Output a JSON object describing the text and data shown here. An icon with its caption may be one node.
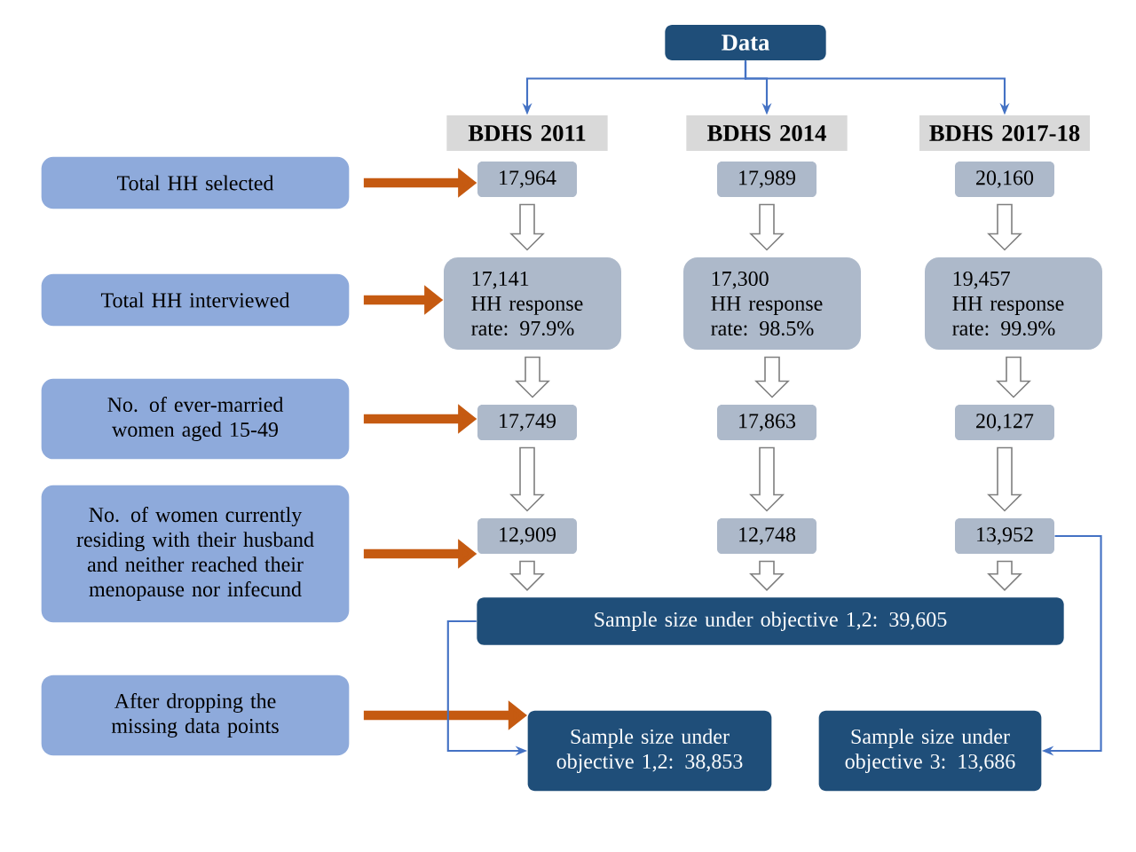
{
  "diagram": {
    "nodes": [
      {
        "text": [
          "Data"
        ]
      },
      {
        "text": [
          "BDHS 2011"
        ]
      },
      {
        "text": [
          "BDHS 2014"
        ]
      },
      {
        "text": [
          "BDHS 2017-18"
        ]
      },
      {
        "text": [
          "Total HH selected"
        ]
      },
      {
        "text": [
          "Total HH interviewed"
        ]
      },
      {
        "text": [
          "No. of ever-married women aged 15-49"
        ]
      },
      {
        "text": [
          "No. of women currently residing with their husband and neither reached their menopause nor infecund"
        ]
      },
      {
        "text": [
          "After dropping the missing data points"
        ]
      },
      {
        "text": [
          "17,964"
        ]
      },
      {
        "text": [
          "17,989"
        ]
      },
      {
        "text": [
          "20,160"
        ]
      },
      {
        "text": [
          "17,141",
          "HH response rate: 97.9%"
        ]
      },
      {
        "text": [
          "17,300",
          "HH response rate: 98.5%"
        ]
      },
      {
        "text": [
          "19,457",
          "HH response rate: 99.9%"
        ]
      },
      {
        "text": [
          "17,749"
        ]
      },
      {
        "text": [
          "17,863"
        ]
      },
      {
        "text": [
          "20,127"
        ]
      },
      {
        "text": [
          "12,909"
        ]
      },
      {
        "text": [
          "12,748"
        ]
      },
      {
        "text": [
          "13,952"
        ]
      },
      {
        "text": [
          "Sample size under objective 1,2: 39,605"
        ]
      },
      {
        "text": [
          "Sample size under objective 1,2: 38,853"
        ]
      },
      {
        "text": [
          "Sample size under objective 3: 13,686"
        ]
      }
    ],
    "edges": [
      {
        "from": 0,
        "to": 1,
        "arrow": "to",
        "color": "#4472c4"
      },
      {
        "from": 0,
        "to": 2,
        "arrow": "to",
        "color": "#4472c4"
      },
      {
        "from": 0,
        "to": 3,
        "arrow": "to",
        "color": "#4472c4"
      },
      {
        "from": 4,
        "to": 9,
        "arrow": "to",
        "style": "thick",
        "color": "#c55a11"
      },
      {
        "from": 5,
        "to": 12,
        "arrow": "to",
        "style": "thick",
        "color": "#c55a11"
      },
      {
        "from": 6,
        "to": 15,
        "arrow": "to",
        "style": "thick",
        "color": "#c55a11"
      },
      {
        "from": 7,
        "to": 18,
        "arrow": "to",
        "style": "thick",
        "color": "#c55a11"
      },
      {
        "from": 8,
        "to": 22,
        "arrow": "to",
        "style": "thick",
        "color": "#c55a11"
      },
      {
        "from": 9,
        "to": 12,
        "arrow": "to"
      },
      {
        "from": 10,
        "to": 13,
        "arrow": "to"
      },
      {
        "from": 11,
        "to": 14,
        "arrow": "to"
      },
      {
        "from": 12,
        "to": 15,
        "arrow": "to"
      },
      {
        "from": 13,
        "to": 16,
        "arrow": "to"
      },
      {
        "from": 14,
        "to": 17,
        "arrow": "to"
      },
      {
        "from": 15,
        "to": 18,
        "arrow": "to"
      },
      {
        "from": 16,
        "to": 19,
        "arrow": "to"
      },
      {
        "from": 17,
        "to": 20,
        "arrow": "to"
      },
      {
        "from": 18,
        "to": 21,
        "arrow": "to"
      },
      {
        "from": 19,
        "to": 21,
        "arrow": "to"
      },
      {
        "from": 20,
        "to": 21,
        "arrow": "to"
      },
      {
        "from": 21,
        "to": 22,
        "arrow": "to",
        "color": "#4472c4"
      },
      {
        "from": 20,
        "to": 23,
        "arrow": "to",
        "color": "#4472c4"
      }
    ]
  }
}
